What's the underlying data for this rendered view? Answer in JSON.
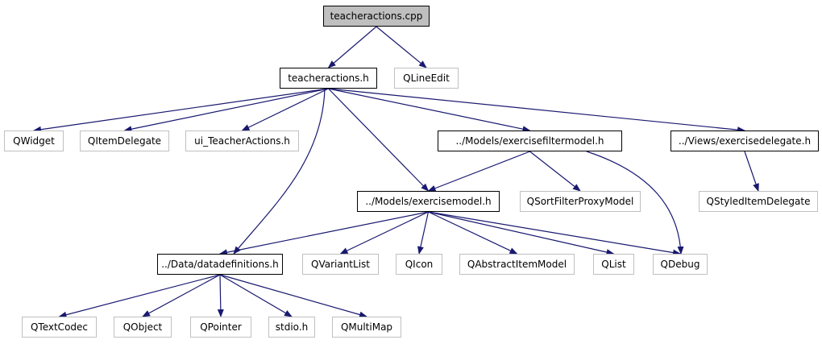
{
  "diagram": {
    "nodes": [
      {
        "id": "teacheractions_cpp",
        "label": "teacheractions.cpp",
        "style": "root"
      },
      {
        "id": "teacheractions_h",
        "label": "teacheractions.h",
        "style": "bold"
      },
      {
        "id": "qlineedit",
        "label": "QLineEdit",
        "style": "ext"
      },
      {
        "id": "qwidget",
        "label": "QWidget",
        "style": "ext"
      },
      {
        "id": "qitemdelegate",
        "label": "QItemDelegate",
        "style": "ext"
      },
      {
        "id": "ui_teacheractions",
        "label": "ui_TeacherActions.h",
        "style": "ext"
      },
      {
        "id": "exercisefiltermodel",
        "label": "../Models/exercisefiltermodel.h",
        "style": "bold"
      },
      {
        "id": "exercisedelegate",
        "label": "../Views/exercisedelegate.h",
        "style": "bold"
      },
      {
        "id": "exercisemodel",
        "label": "../Models/exercisemodel.h",
        "style": "bold"
      },
      {
        "id": "qsortfilterproxymodel",
        "label": "QSortFilterProxyModel",
        "style": "ext"
      },
      {
        "id": "qstyleditemdelegate",
        "label": "QStyledItemDelegate",
        "style": "ext"
      },
      {
        "id": "datadefinitions",
        "label": "../Data/datadefinitions.h",
        "style": "bold"
      },
      {
        "id": "qvariantlist",
        "label": "QVariantList",
        "style": "ext"
      },
      {
        "id": "qicon",
        "label": "QIcon",
        "style": "ext"
      },
      {
        "id": "qabstractitemmodel",
        "label": "QAbstractItemModel",
        "style": "ext"
      },
      {
        "id": "qlist",
        "label": "QList",
        "style": "ext"
      },
      {
        "id": "qdebug",
        "label": "QDebug",
        "style": "ext"
      },
      {
        "id": "qtextcodec",
        "label": "QTextCodec",
        "style": "ext"
      },
      {
        "id": "qobject",
        "label": "QObject",
        "style": "ext"
      },
      {
        "id": "qpointer",
        "label": "QPointer",
        "style": "ext"
      },
      {
        "id": "stdio",
        "label": "stdio.h",
        "style": "ext"
      },
      {
        "id": "qmultimap",
        "label": "QMultiMap",
        "style": "ext"
      }
    ],
    "edges": [
      {
        "from": "teacheractions_cpp",
        "to": "teacheractions_h"
      },
      {
        "from": "teacheractions_cpp",
        "to": "qlineedit"
      },
      {
        "from": "teacheractions_h",
        "to": "qwidget"
      },
      {
        "from": "teacheractions_h",
        "to": "qitemdelegate"
      },
      {
        "from": "teacheractions_h",
        "to": "ui_teacheractions"
      },
      {
        "from": "teacheractions_h",
        "to": "datadefinitions"
      },
      {
        "from": "teacheractions_h",
        "to": "exercisemodel"
      },
      {
        "from": "teacheractions_h",
        "to": "exercisefiltermodel"
      },
      {
        "from": "teacheractions_h",
        "to": "exercisedelegate"
      },
      {
        "from": "exercisefiltermodel",
        "to": "exercisemodel"
      },
      {
        "from": "exercisefiltermodel",
        "to": "qsortfilterproxymodel"
      },
      {
        "from": "exercisefiltermodel",
        "to": "qdebug"
      },
      {
        "from": "exercisedelegate",
        "to": "qstyleditemdelegate"
      },
      {
        "from": "exercisemodel",
        "to": "datadefinitions"
      },
      {
        "from": "exercisemodel",
        "to": "qvariantlist"
      },
      {
        "from": "exercisemodel",
        "to": "qicon"
      },
      {
        "from": "exercisemodel",
        "to": "qabstractitemmodel"
      },
      {
        "from": "exercisemodel",
        "to": "qlist"
      },
      {
        "from": "exercisemodel",
        "to": "qdebug"
      },
      {
        "from": "datadefinitions",
        "to": "qtextcodec"
      },
      {
        "from": "datadefinitions",
        "to": "qobject"
      },
      {
        "from": "datadefinitions",
        "to": "qpointer"
      },
      {
        "from": "datadefinitions",
        "to": "stdio"
      },
      {
        "from": "datadefinitions",
        "to": "qmultimap"
      }
    ],
    "colors": {
      "edge": "#191970",
      "node_border": "#000000",
      "external_border": "#c0c0c0",
      "root_fill": "#bfbfbf"
    }
  }
}
